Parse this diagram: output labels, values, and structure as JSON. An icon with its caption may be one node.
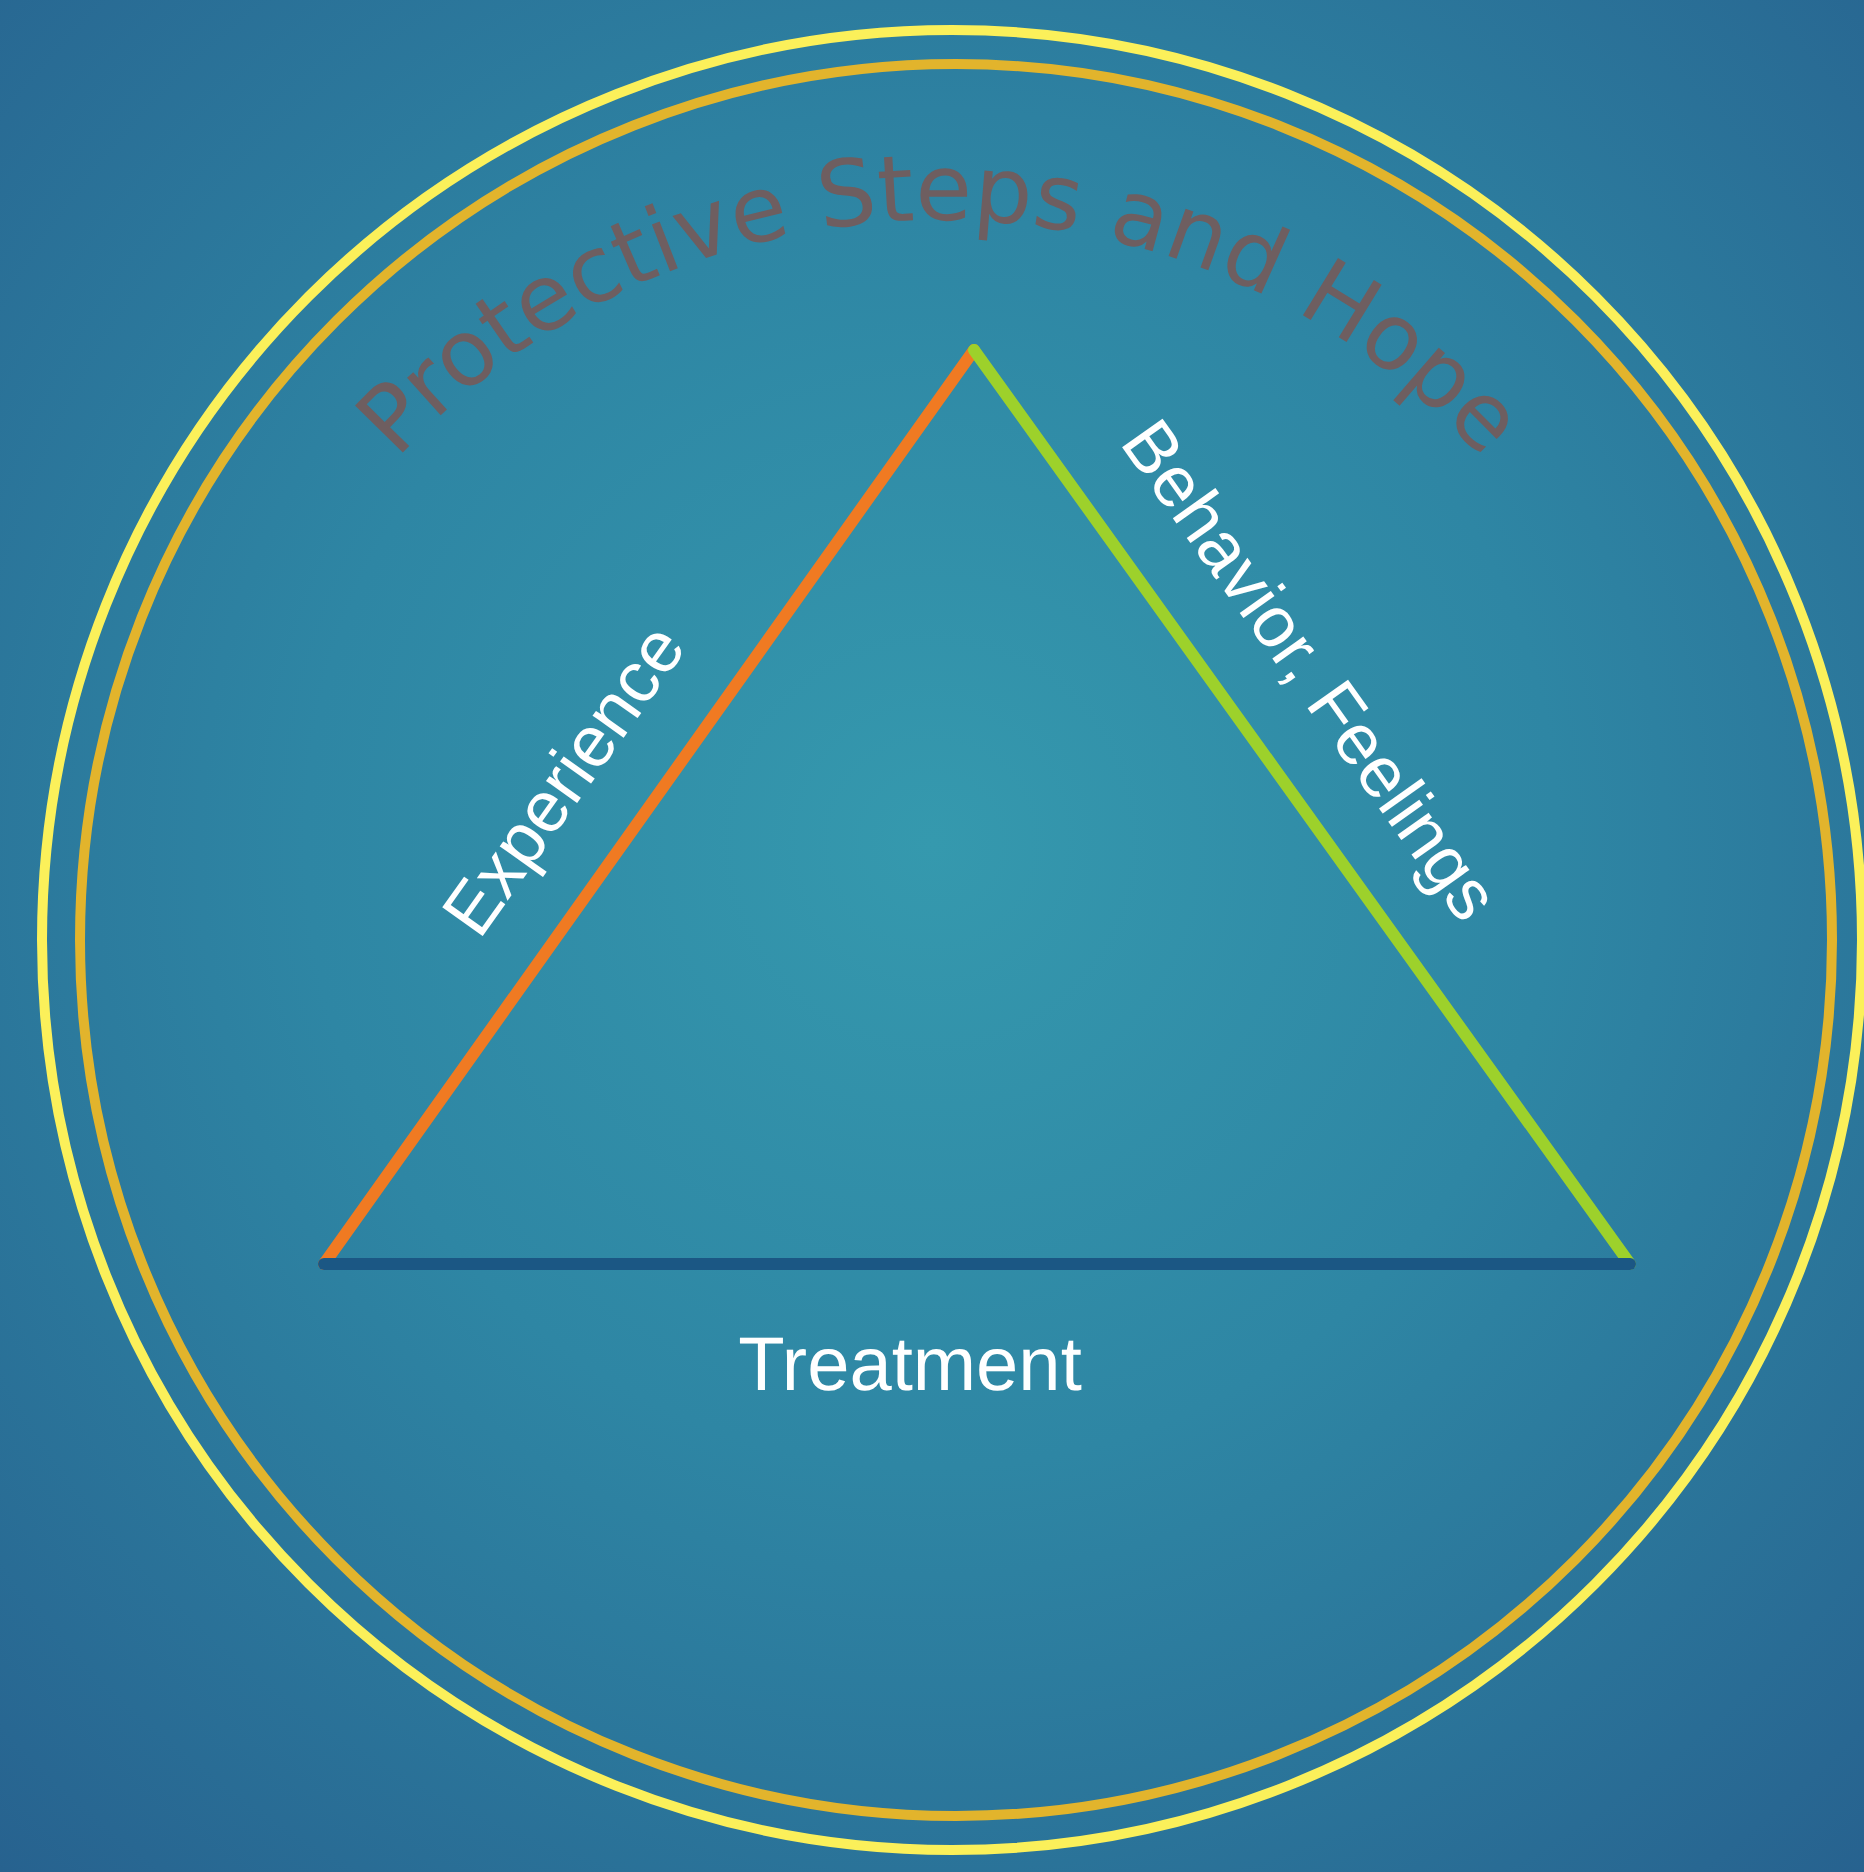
{
  "diagram": {
    "labels": [
      "Protective Steps and Hope",
      "Experience",
      "Behavior, Feelings",
      "Treatment"
    ]
  }
}
